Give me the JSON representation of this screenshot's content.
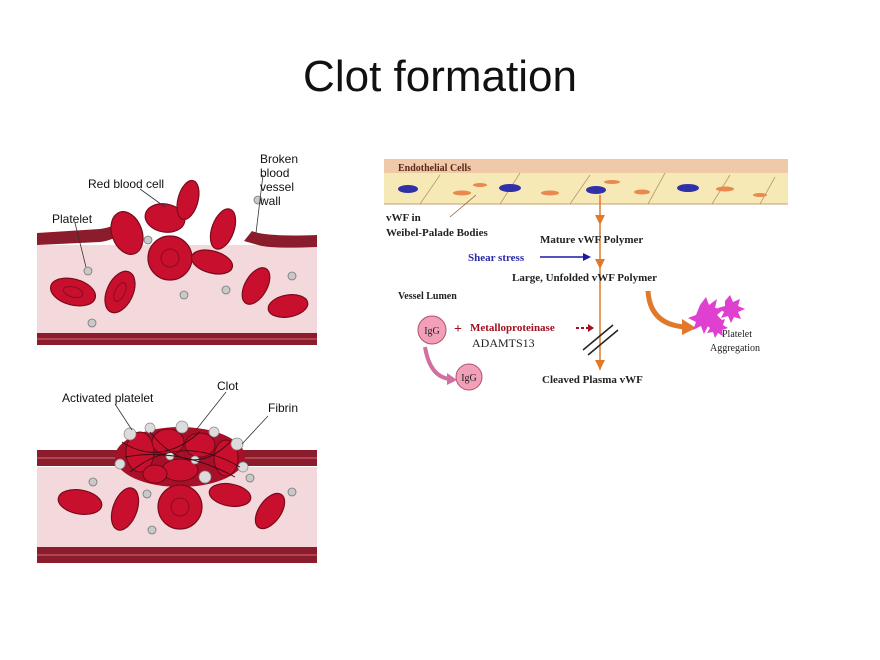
{
  "slide": {
    "title": "Clot formation"
  },
  "left_top": {
    "labels": {
      "red_blood_cell": "Red blood cell",
      "platelet": "Platelet",
      "broken_wall_1": "Broken",
      "broken_wall_2": "blood",
      "broken_wall_3": "vessel",
      "broken_wall_4": "wall"
    }
  },
  "left_bottom": {
    "labels": {
      "activated_platelet": "Activated platelet",
      "clot": "Clot",
      "fibrin": "Fibrin"
    }
  },
  "right": {
    "labels": {
      "endothelial_cells": "Endothelial Cells",
      "vwf_in_1": "vWF in",
      "vwf_in_2": "Weibel-Palade Bodies",
      "mature_polymer": "Mature vWF Polymer",
      "shear_stress": "Shear stress",
      "large_unfolded": "Large, Unfolded vWF Polymer",
      "vessel_lumen": "Vessel Lumen",
      "igg_1": "IgG",
      "plus": "+",
      "metalloproteinase": "Metalloproteinase",
      "adamts13": "ADAMTS13",
      "igg_2": "IgG",
      "cleaved": "Cleaved Plasma vWF",
      "platelet_1": "Platelet",
      "platelet_2": "Aggregation"
    }
  },
  "colors": {
    "rbc": "#c8102e",
    "vessel": "#8b1c2b",
    "lumen": "#f3d9dc",
    "endothelium": "#f7e9b5",
    "shear_arrow": "#1a1aa8",
    "orange_arrow": "#e07a2a",
    "igg": "#f2a0b8",
    "platelet_agg": "#e040d0"
  }
}
